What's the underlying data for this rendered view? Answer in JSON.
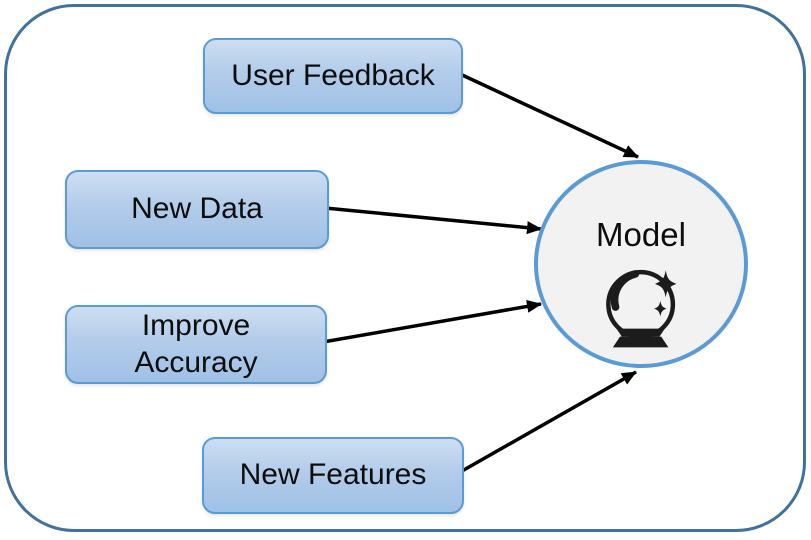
{
  "diagram": {
    "type": "flow",
    "description": "Four input factors feeding into a central model node",
    "center_node": {
      "id": "model",
      "label": "Model",
      "icon": "crystal-ball-icon"
    },
    "input_nodes": [
      {
        "id": "user-feedback",
        "label": "User Feedback"
      },
      {
        "id": "new-data",
        "label": "New Data"
      },
      {
        "id": "improve-accuracy",
        "label": "Improve Accuracy"
      },
      {
        "id": "new-features",
        "label": "New Features"
      }
    ],
    "edges": [
      {
        "from": "user-feedback",
        "to": "model"
      },
      {
        "from": "new-data",
        "to": "model"
      },
      {
        "from": "improve-accuracy",
        "to": "model"
      },
      {
        "from": "new-features",
        "to": "model"
      }
    ],
    "colors": {
      "frame_border": "#41719C",
      "node_border": "#5B9BD5",
      "node_fill_top": "#CDDEF2",
      "node_fill_bottom": "#9FC1E6",
      "circle_border": "#5B9BD5",
      "circle_fill": "#F2F2F2",
      "arrow": "#000000",
      "text": "#0D0D0D",
      "icon_ink": "#1C1C1C"
    }
  }
}
